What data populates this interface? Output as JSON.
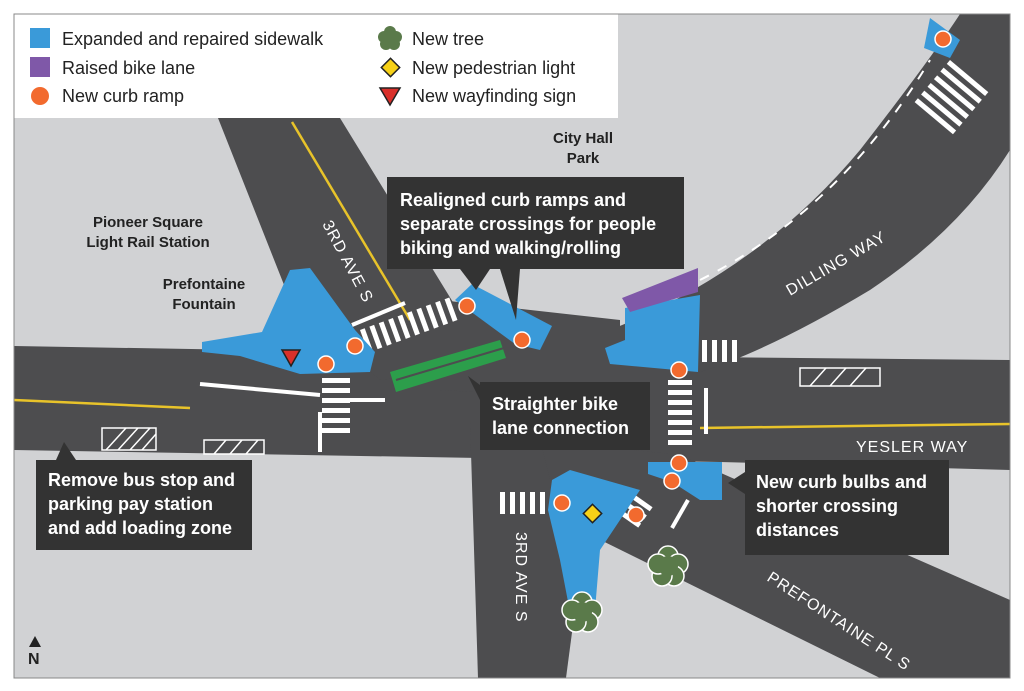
{
  "legend": {
    "sidewalk": "Expanded and repaired sidewalk",
    "bike_lane": "Raised bike lane",
    "curb_ramp": "New curb ramp",
    "tree": "New tree",
    "light": "New pedestrian light",
    "sign": "New wayfinding sign"
  },
  "places": {
    "city_hall_1": "City Hall",
    "city_hall_2": "Park",
    "pioneer_1": "Pioneer Square",
    "pioneer_2": "Light Rail Station",
    "fountain_1": "Prefontaine",
    "fountain_2": "Fountain"
  },
  "streets": {
    "third_ave_n": "3RD AVE S",
    "third_ave_s": "3RD AVE S",
    "dilling": "DILLING WAY",
    "yesler": "YESLER WAY",
    "prefontaine": "PREFONTAINE PL S"
  },
  "callouts": {
    "realigned_1": "Realigned curb ramps and",
    "realigned_2": "separate crossings for people",
    "realigned_3": "biking and walking/rolling",
    "straighter_1": "Straighter bike",
    "straighter_2": "lane connection",
    "bus_1": "Remove bus stop and",
    "bus_2": "parking pay station",
    "bus_3": "and add loading zone",
    "bulbs_1": "New curb bulbs and",
    "bulbs_2": "shorter crossing",
    "bulbs_3": "distances"
  },
  "north": "N",
  "colors": {
    "road": "#4d4d4f",
    "ground": "#d1d2d4",
    "sidewalk": "#3a9ad9",
    "bike_lane": "#7f58a8",
    "curb_ramp": "#f26a2e",
    "tree": "#5a7a4a",
    "light": "#f7d117",
    "sign": "#d9302a",
    "callout": "#333333",
    "yellow_line": "#e8c32a",
    "green_paint": "#2c9e4b"
  }
}
